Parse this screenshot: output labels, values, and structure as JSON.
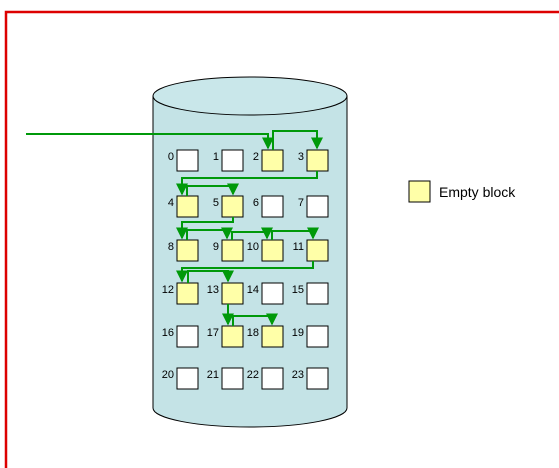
{
  "colors": {
    "frame": "#dd0000",
    "disk_fill": "#c4e3e6",
    "disk_top": "#c9e7ea",
    "empty_block": "#ffffa8",
    "used_block": "#ffffff",
    "arrow": "#00990a"
  },
  "legend": {
    "label": "Empty block",
    "icon": "empty-block-swatch"
  },
  "blocks": [
    {
      "label": "0",
      "empty": false
    },
    {
      "label": "1",
      "empty": false
    },
    {
      "label": "2",
      "empty": true
    },
    {
      "label": "3",
      "empty": true
    },
    {
      "label": "4",
      "empty": true
    },
    {
      "label": "5",
      "empty": true
    },
    {
      "label": "6",
      "empty": false
    },
    {
      "label": "7",
      "empty": false
    },
    {
      "label": "8",
      "empty": true
    },
    {
      "label": "9",
      "empty": true
    },
    {
      "label": "10",
      "empty": true
    },
    {
      "label": "11",
      "empty": true
    },
    {
      "label": "12",
      "empty": true
    },
    {
      "label": "13",
      "empty": true
    },
    {
      "label": "14",
      "empty": false
    },
    {
      "label": "15",
      "empty": false
    },
    {
      "label": "16",
      "empty": false
    },
    {
      "label": "17",
      "empty": true
    },
    {
      "label": "18",
      "empty": true
    },
    {
      "label": "19",
      "empty": false
    },
    {
      "label": "20",
      "empty": false
    },
    {
      "label": "21",
      "empty": false
    },
    {
      "label": "22",
      "empty": false
    },
    {
      "label": "23",
      "empty": false
    }
  ],
  "free_list_order": [
    2,
    3,
    4,
    5,
    8,
    9,
    10,
    11,
    12,
    13,
    17,
    18
  ]
}
